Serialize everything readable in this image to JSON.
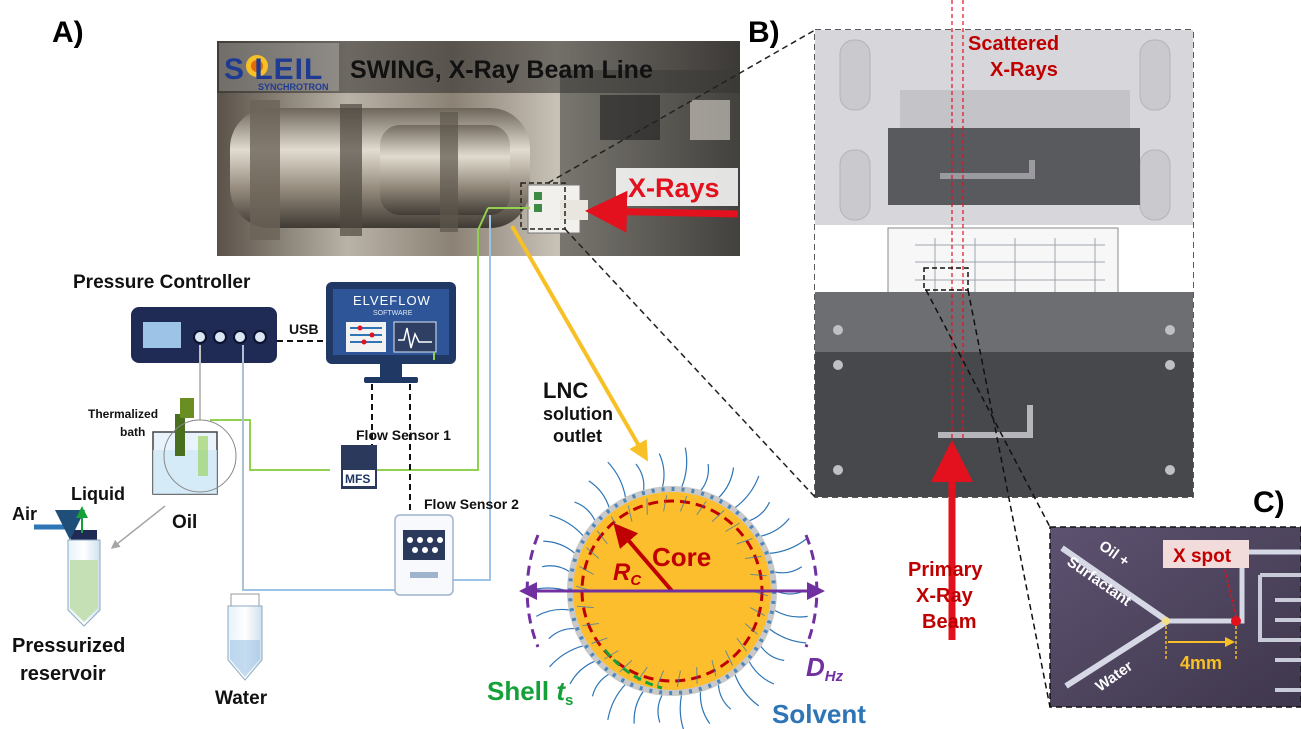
{
  "panels": {
    "a": "A)",
    "b": "B)",
    "c": "C)"
  },
  "beamline": {
    "logo_main": "S LEIL",
    "logo_sub": "SYNCHROTRON",
    "title": "SWING, X-Ray Beam Line",
    "xrays": "X-Rays"
  },
  "setup": {
    "pressure_controller": "Pressure Controller",
    "usb": "USB",
    "software_brand": "ELVEFLOW",
    "software_sub": "SOFTWARE",
    "thermalized_bath_1": "Thermalized",
    "thermalized_bath_2": "bath",
    "flow_sensor_1": "Flow Sensor 1",
    "flow_sensor_2": "Flow Sensor 2",
    "mfs": "MFS",
    "oil": "Oil",
    "air": "Air",
    "liquid": "Liquid",
    "reservoir_1": "Pressurized",
    "reservoir_2": "reservoir",
    "water": "Water"
  },
  "lnc": {
    "outlet_1": "LNC",
    "outlet_2": "solution",
    "outlet_3": "outlet",
    "core": "Core",
    "rc_r": "R",
    "rc_sub": "C",
    "shell": "Shell ",
    "shell_t": "t",
    "shell_sub": "s",
    "dhz_d": "D",
    "dhz_sub": "Hz",
    "solvent": "Solvent"
  },
  "chip": {
    "scattered_1": "Scattered",
    "scattered_2": "X-Rays",
    "primary_1": "Primary",
    "primary_2": "X-Ray",
    "primary_3": "Beam"
  },
  "micro": {
    "oil_surf_1": "Oil +",
    "oil_surf_2": "Surfactant",
    "water": "Water",
    "xspot": "X spot",
    "scale": "4mm"
  },
  "colors": {
    "red": "#e3101d",
    "dark_red": "#c00000",
    "yellow": "#f6c026",
    "purple": "#7030a0",
    "green": "#16a03a",
    "blue": "#2e75b6",
    "core_fill": "#fcbe2d",
    "flow_green": "#92d050",
    "flow_blue": "#9dc3e6"
  }
}
